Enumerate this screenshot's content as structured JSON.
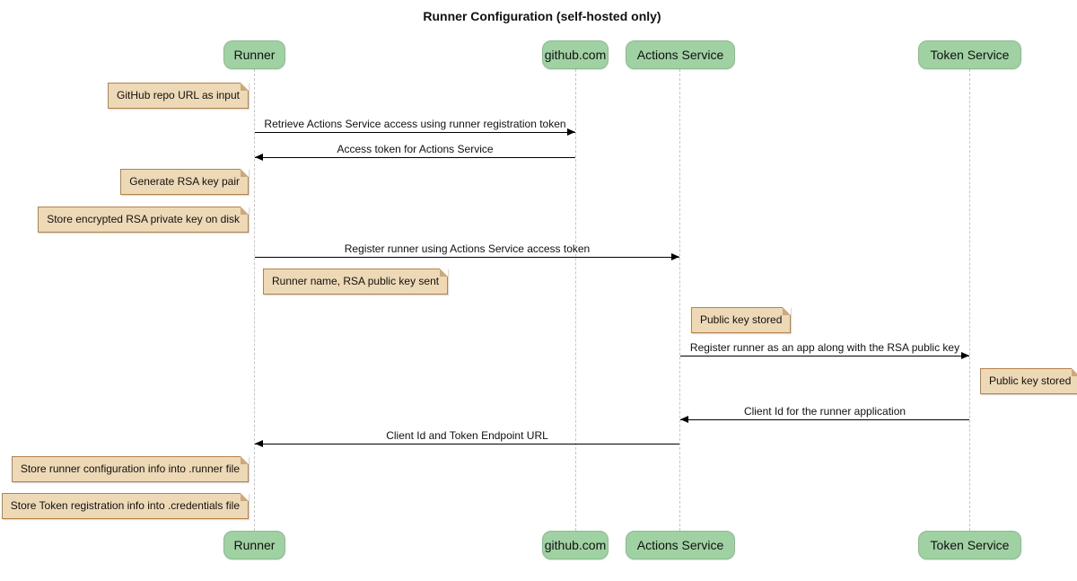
{
  "title": "Runner Configuration (self-hosted only)",
  "colors": {
    "participant_fill": "#a0d1a3",
    "participant_border": "#8abb8e",
    "note_fill": "#eed9b6",
    "note_border": "#b5824a",
    "lifeline": "#c6c6c6",
    "arrow": "#000000",
    "background": "#ffffff",
    "text": "#111111"
  },
  "participants": [
    {
      "id": "runner",
      "label": "Runner"
    },
    {
      "id": "github",
      "label": "github.com"
    },
    {
      "id": "actions-service",
      "label": "Actions Service"
    },
    {
      "id": "token-service",
      "label": "Token Service"
    }
  ],
  "messages": [
    {
      "from": "Runner",
      "to": "github.com",
      "label": "Retrieve Actions Service access using runner registration token"
    },
    {
      "from": "github.com",
      "to": "Runner",
      "label": "Access token for Actions Service"
    },
    {
      "from": "Runner",
      "to": "Actions Service",
      "label": "Register runner using Actions Service access token"
    },
    {
      "from": "Actions Service",
      "to": "Token Service",
      "label": "Register runner as an app along with the RSA public key"
    },
    {
      "from": "Token Service",
      "to": "Actions Service",
      "label": "Client Id for the runner application"
    },
    {
      "from": "Actions Service",
      "to": "Runner",
      "label": "Client Id and Token Endpoint URL"
    }
  ],
  "notes": [
    {
      "position": "left of Runner",
      "text": "GitHub repo URL as input"
    },
    {
      "position": "left of Runner",
      "text": "Generate RSA key pair"
    },
    {
      "position": "left of Runner",
      "text": "Store encrypted RSA private key on disk"
    },
    {
      "position": "right of Runner",
      "text": "Runner name, RSA public key sent"
    },
    {
      "position": "right of Actions Service",
      "text": "Public key stored"
    },
    {
      "position": "right of Token Service",
      "text": "Public key stored"
    },
    {
      "position": "left of Runner",
      "text": "Store runner configuration info into .runner file"
    },
    {
      "position": "left of Runner",
      "text": "Store Token registration info into .credentials file"
    }
  ]
}
